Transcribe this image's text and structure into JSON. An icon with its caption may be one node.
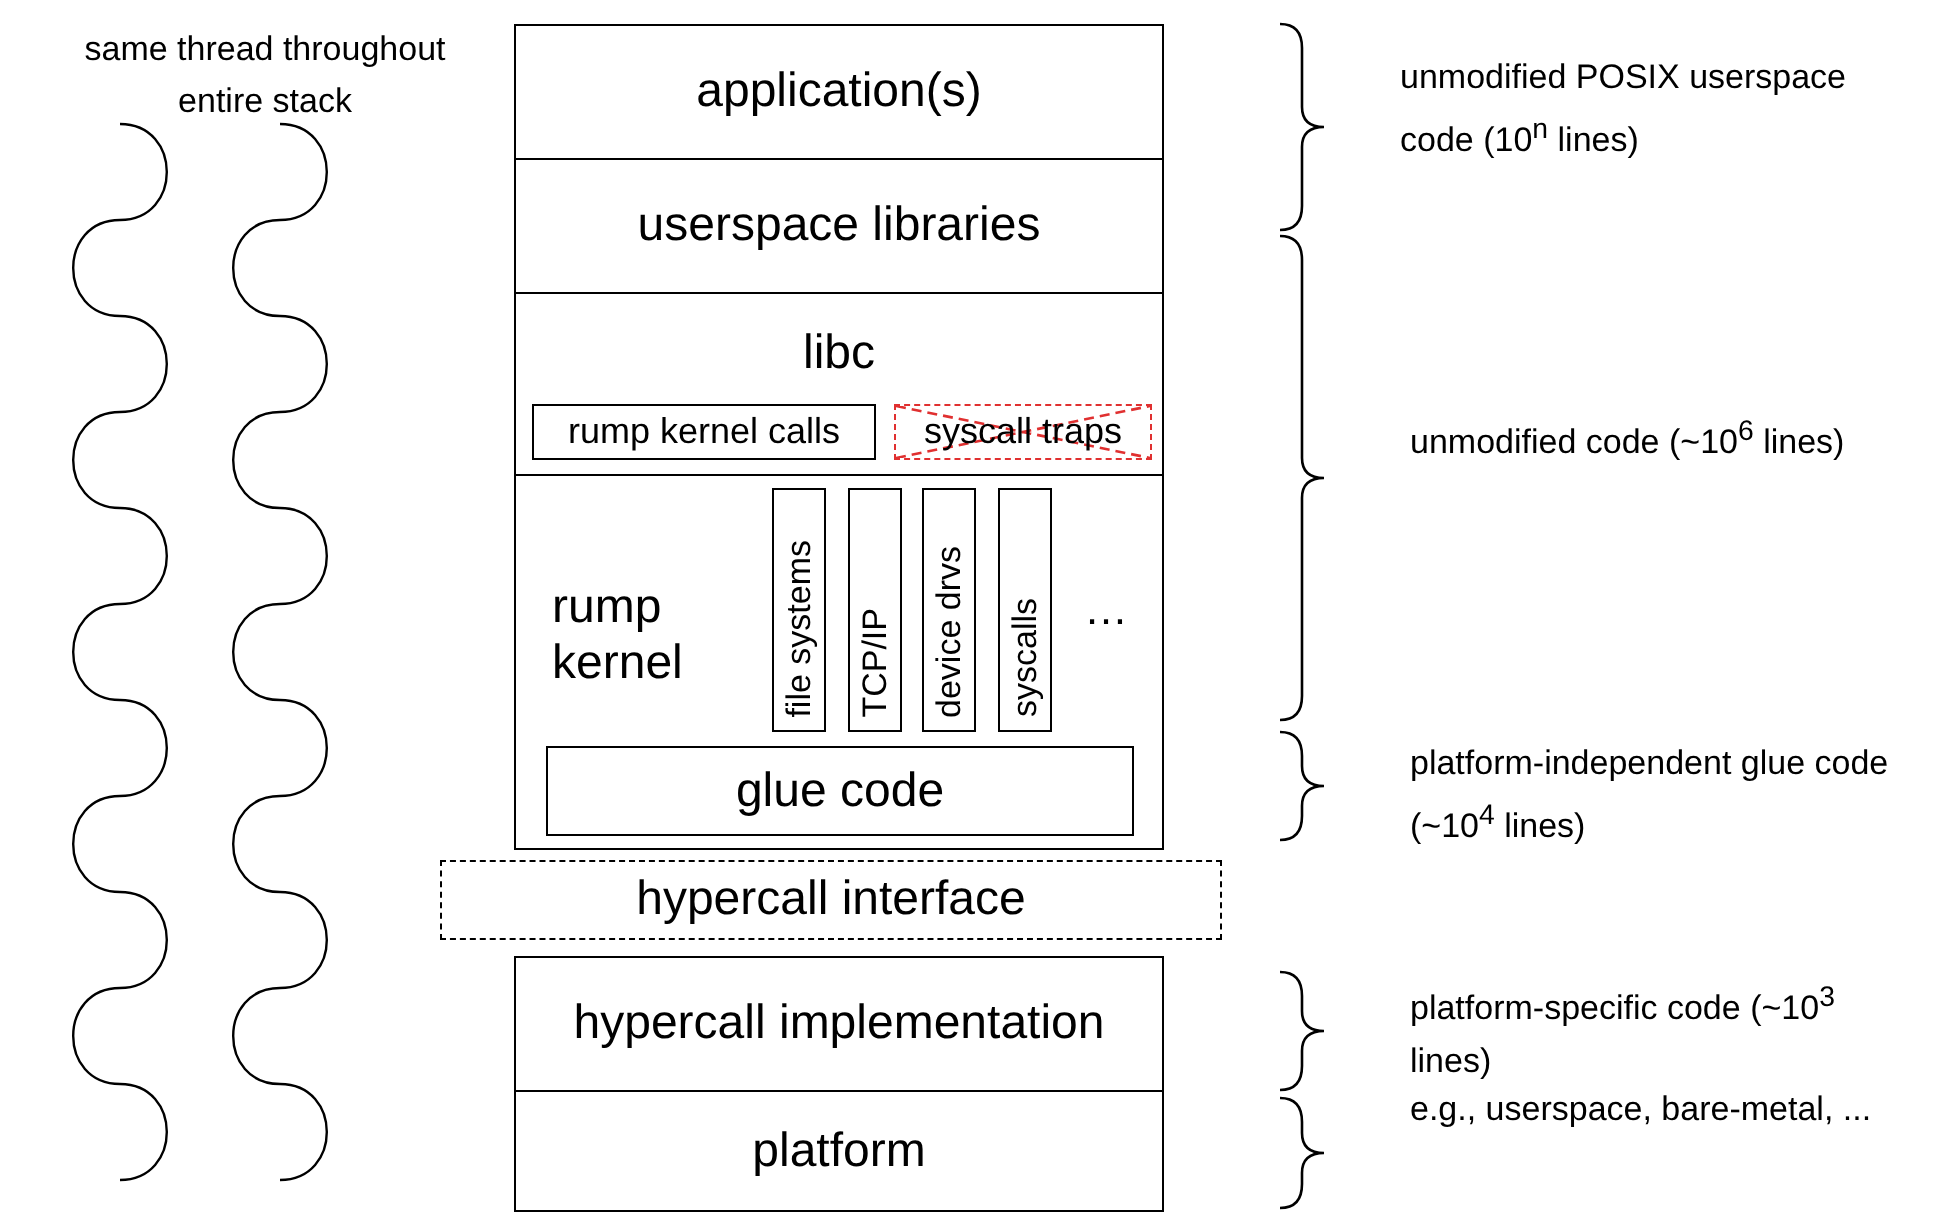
{
  "diagram": {
    "nodes": [
      {
        "text": [
          "application(s)"
        ]
      },
      {
        "text": [
          "userspace libraries"
        ]
      },
      {
        "text": [
          "libc"
        ]
      },
      {
        "text": [
          "rump kernel calls"
        ],
        "in": 2
      },
      {
        "text": [
          "syscall traps"
        ],
        "in": 2
      },
      {
        "text": [
          "rump kernel"
        ]
      },
      {
        "text": [
          "file systems"
        ],
        "in": 5
      },
      {
        "text": [
          "TCP/IP"
        ],
        "in": 5
      },
      {
        "text": [
          "device drvs"
        ],
        "in": 5
      },
      {
        "text": [
          "syscalls"
        ],
        "in": 5
      },
      {
        "text": [
          "glue code"
        ],
        "in": 5
      },
      {
        "text": [
          "hypercall interface"
        ]
      },
      {
        "text": [
          "hypercall implementation"
        ]
      },
      {
        "text": [
          "platform"
        ]
      }
    ],
    "labels": [
      "same thread throughout entire stack",
      "unmodified POSIX userspace code (10$^{n}$ lines)",
      "unmodified code (~10$^{6}$ lines)",
      "…",
      "platform-independent glue code (~10$^{4}$ lines)",
      "platform-specific code (~10$^{3}$ lines)",
      "e.g., userspace, bare-metal, ..."
    ]
  }
}
